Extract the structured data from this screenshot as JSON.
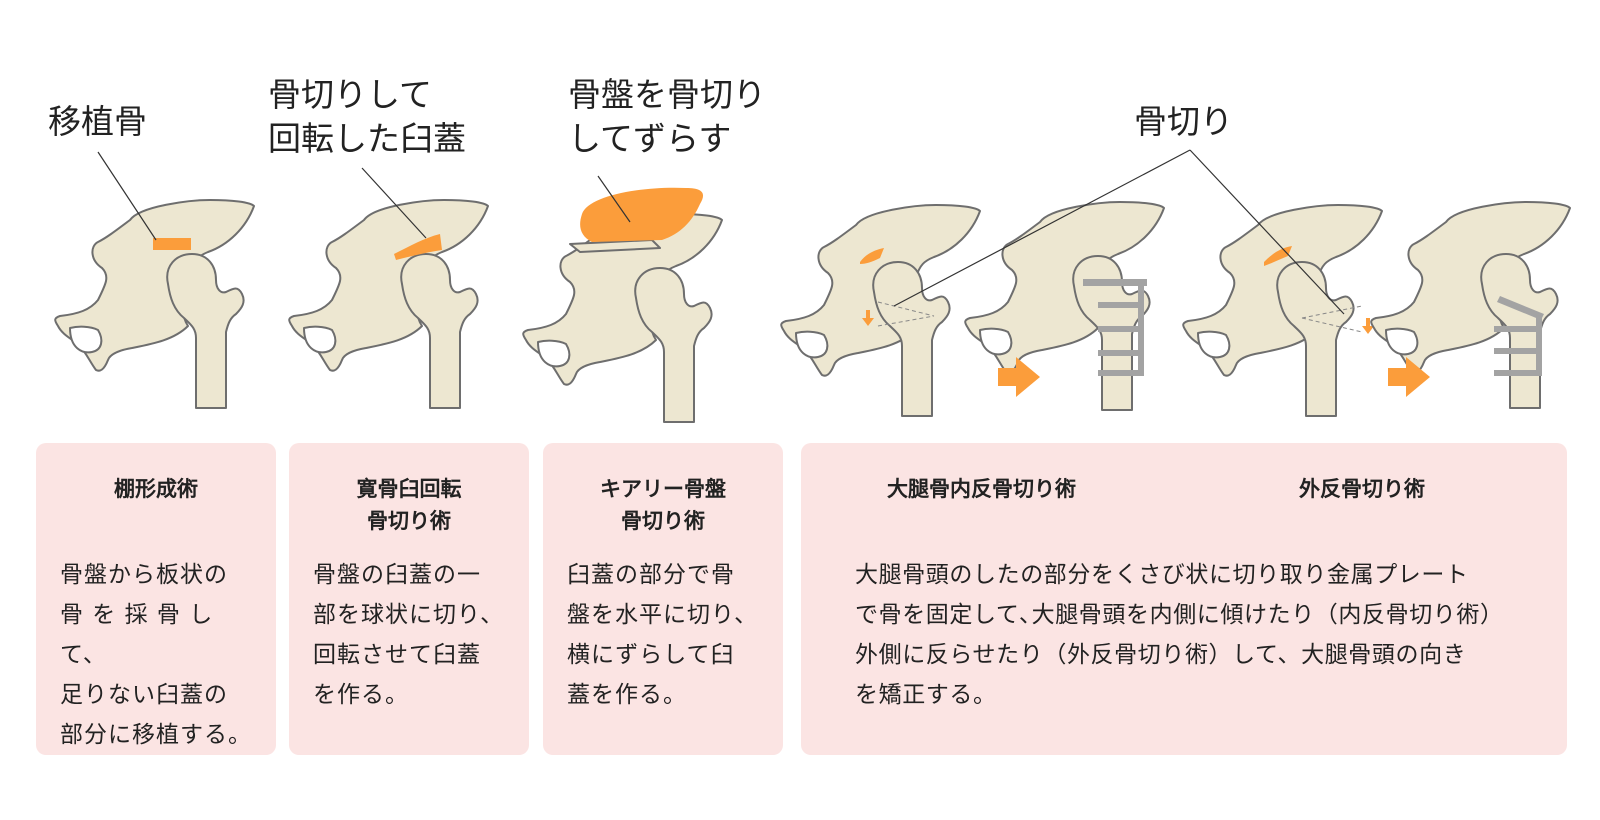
{
  "labels": {
    "graft": "移植骨",
    "rotated_line1": "骨切りして",
    "rotated_line2": "回転した臼蓋",
    "pelvis_line1": "骨盤を骨切り",
    "pelvis_line2": "してずらす",
    "osteotomy": "骨切り"
  },
  "panels": [
    {
      "title": "棚形成術",
      "body": "骨盤から板状の\n骨 を 採 骨 し て、\n足りない臼蓋の\n部分に移植する。"
    },
    {
      "title": "寛骨臼回転\n骨切り術",
      "body": "骨盤の臼蓋の一\n部を球状に切り、\n回転させて臼蓋\nを作る。"
    },
    {
      "title": "キアリー骨盤\n骨切り術",
      "body": "臼蓋の部分で骨\n盤を水平に切り、\n横にずらして臼\n蓋を作る。"
    },
    {
      "title_left": "大腿骨内反骨切り術",
      "title_right": "外反骨切り術",
      "body": "大腿骨頭のしたの部分をくさび状に切り取り金属プレート\nで骨を固定して､大腿骨頭を内側に傾けたり（内反骨切り術）\n外側に反らせたり（外反骨切り術）して、大腿骨頭の向き\nを矯正する。"
    }
  ],
  "colors": {
    "panel_bg": "#fbe4e3",
    "bone_fill": "#ede7d1",
    "bone_stroke": "#6e6e6e",
    "accent_orange": "#fb9d3b",
    "plate_gray": "#a3a3a3"
  },
  "icons": [
    "right-arrow-icon",
    "down-arrow-icon"
  ]
}
